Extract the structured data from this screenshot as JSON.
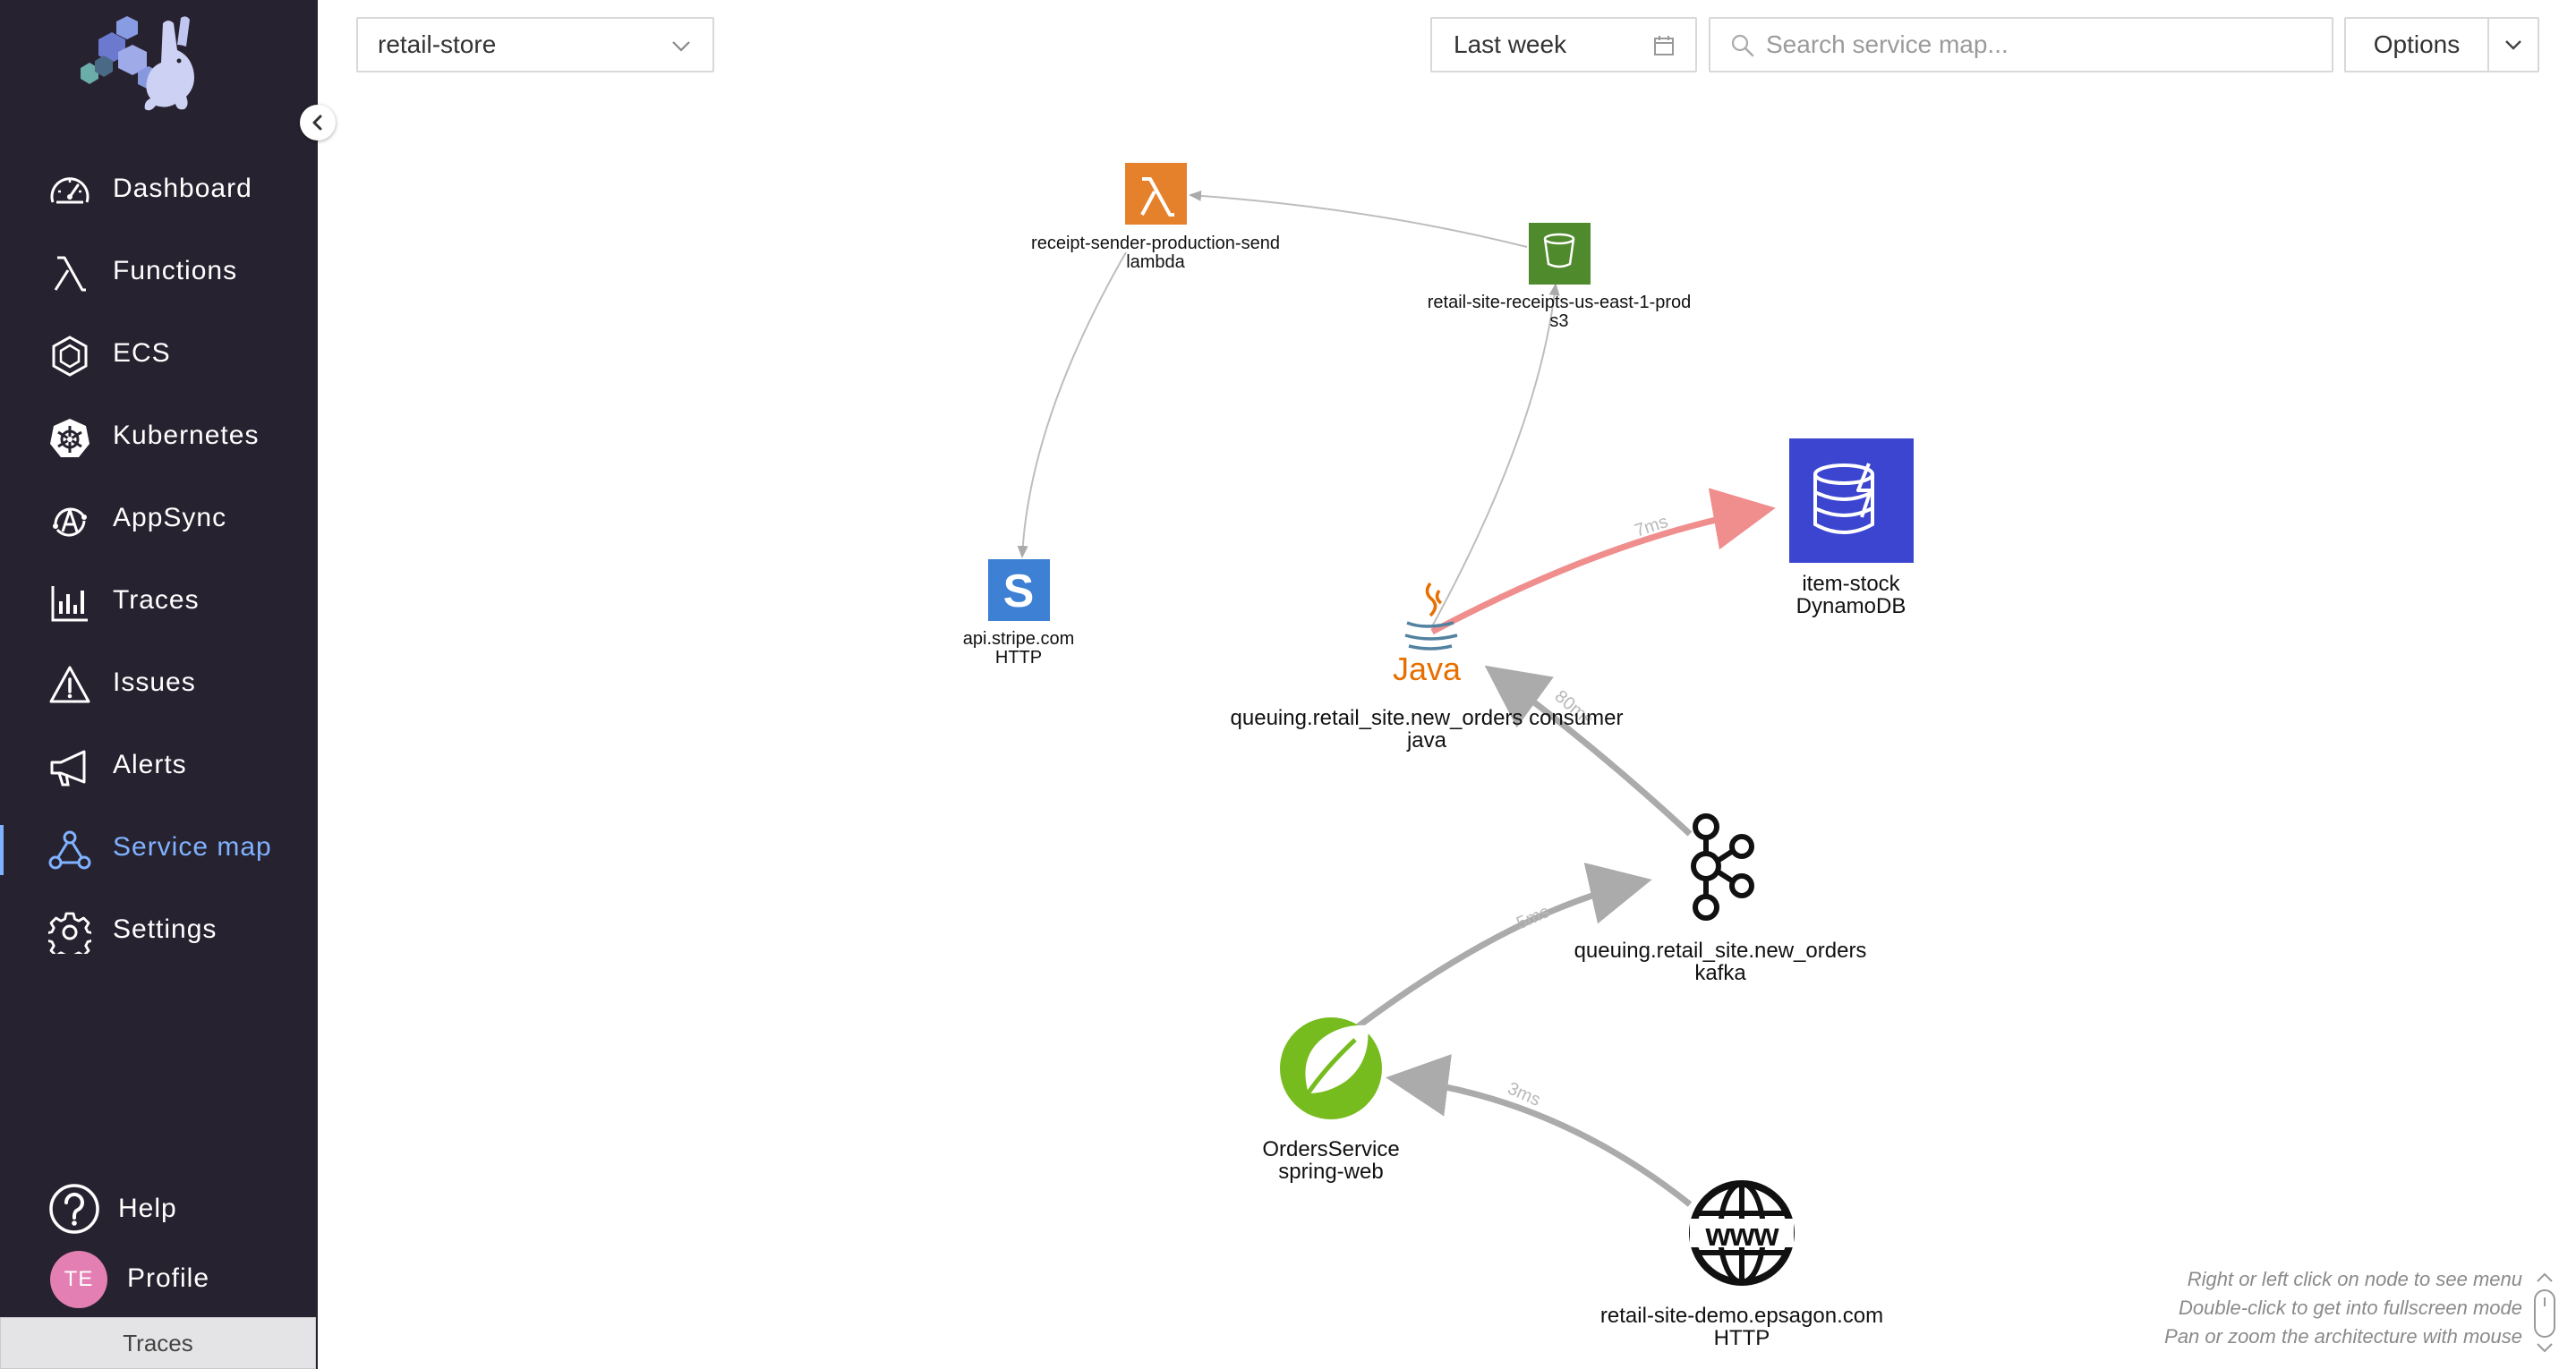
{
  "sidebar": {
    "items": [
      {
        "key": "dashboard",
        "label": "Dashboard"
      },
      {
        "key": "functions",
        "label": "Functions"
      },
      {
        "key": "ecs",
        "label": "ECS"
      },
      {
        "key": "kubernetes",
        "label": "Kubernetes"
      },
      {
        "key": "appsync",
        "label": "AppSync"
      },
      {
        "key": "traces",
        "label": "Traces"
      },
      {
        "key": "issues",
        "label": "Issues"
      },
      {
        "key": "alerts",
        "label": "Alerts"
      },
      {
        "key": "service-map",
        "label": "Service map",
        "active": true
      },
      {
        "key": "settings",
        "label": "Settings"
      }
    ],
    "help_label": "Help",
    "profile_label": "Profile",
    "avatar_initials": "TE",
    "bottom_tab": "Traces",
    "active_color": "#7fb2ff"
  },
  "toolbar": {
    "app_selected": "retail-store",
    "date_range": "Last week",
    "search_placeholder": "Search service map...",
    "options_label": "Options"
  },
  "nodes": {
    "lambda": {
      "name": "receipt-sender-production-send",
      "type": "lambda",
      "icon": "aws-lambda-icon",
      "color": "#e5812b"
    },
    "s3": {
      "name": "retail-site-receipts-us-east-1-prod",
      "type": "s3",
      "icon": "s3-bucket-icon",
      "color": "#4f8a2c"
    },
    "stripe": {
      "name": "api.stripe.com",
      "type": "HTTP",
      "icon": "stripe-icon",
      "color": "#3d80d4"
    },
    "dynamodb": {
      "name": "item-stock",
      "type": "DynamoDB",
      "icon": "dynamodb-icon",
      "color": "#3b45d0"
    },
    "java": {
      "name": "queuing.retail_site.new_orders consumer",
      "type": "java",
      "icon": "java-icon",
      "glyph_text": "Java",
      "color": "#e76f00"
    },
    "kafka": {
      "name": "queuing.retail_site.new_orders",
      "type": "kafka",
      "icon": "kafka-icon"
    },
    "spring": {
      "name": "OrdersService",
      "type": "spring-web",
      "icon": "spring-leaf-icon",
      "color": "#77bc1f"
    },
    "www": {
      "name": "retail-site-demo.epsagon.com",
      "type": "HTTP",
      "icon": "www-globe-icon"
    }
  },
  "edges": {
    "java_dynamodb": {
      "latency": "7ms",
      "color": "#f08d8d"
    },
    "kafka_java": {
      "latency": "80ms"
    },
    "spring_kafka": {
      "latency": "5ms"
    },
    "www_spring": {
      "latency": "3ms"
    }
  },
  "hints": [
    "Right or left click on node to see menu",
    "Double-click to get into fullscreen mode",
    "Pan or zoom the architecture with mouse"
  ]
}
